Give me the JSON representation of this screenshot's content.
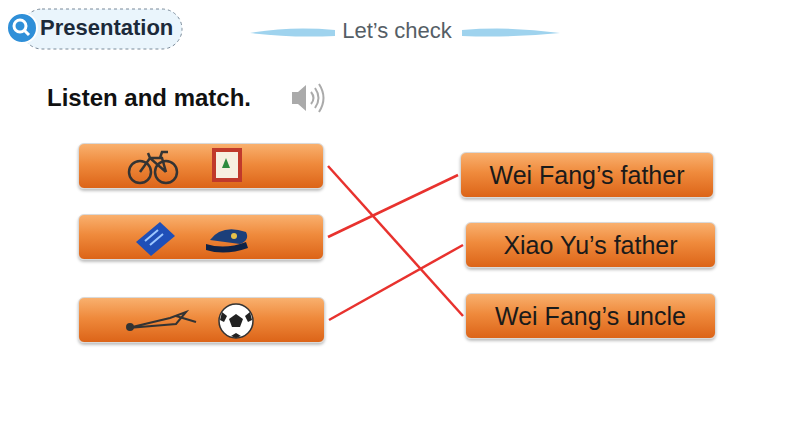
{
  "diagram": {
    "title": "Let’s check",
    "nodes": [
      {
        "text": []
      },
      {
        "text": []
      },
      {
        "text": []
      },
      {
        "text": [
          "Wei Fang’s father"
        ]
      },
      {
        "text": [
          "Xiao Yu’s father"
        ]
      },
      {
        "text": [
          "Wei Fang’s uncle"
        ]
      }
    ],
    "edges": [
      {
        "from": 0,
        "to": 5,
        "arrow": "none"
      },
      {
        "from": 1,
        "to": 3,
        "arrow": "none"
      },
      {
        "from": 2,
        "to": 4,
        "arrow": "none"
      }
    ],
    "labels": [
      "Presentation",
      "Listen and match."
    ]
  }
}
